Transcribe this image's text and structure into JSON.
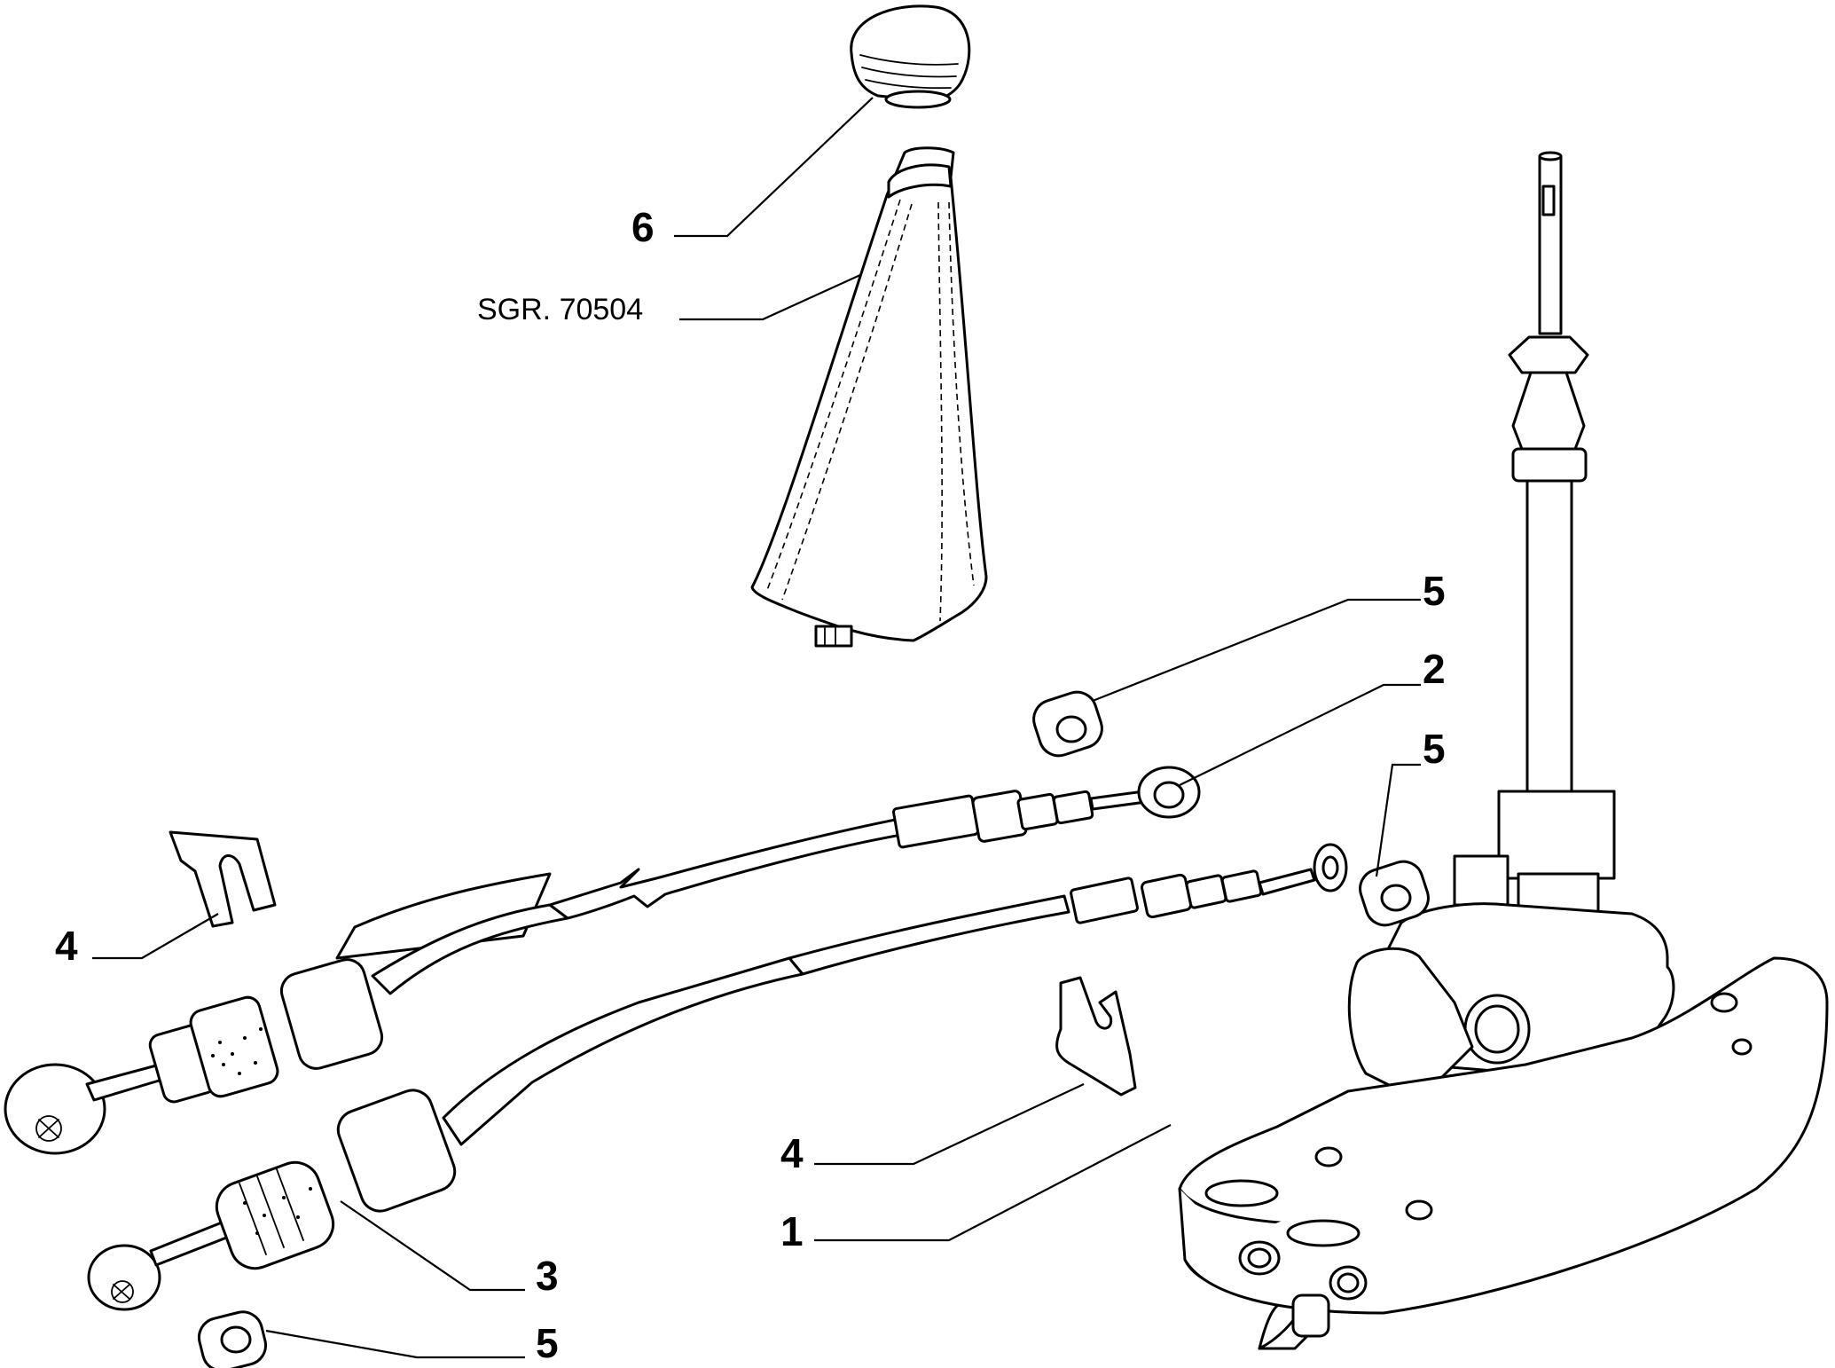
{
  "callouts": {
    "part_6": "6",
    "boot_ref": "SGR. 70504",
    "part_5_top": "5",
    "part_2": "2",
    "part_5_right": "5",
    "part_4_left": "4",
    "part_4_mid": "4",
    "part_1": "1",
    "part_3": "3",
    "part_5_bottom": "5"
  },
  "colors": {
    "line": "#000000",
    "background": "#ffffff"
  }
}
